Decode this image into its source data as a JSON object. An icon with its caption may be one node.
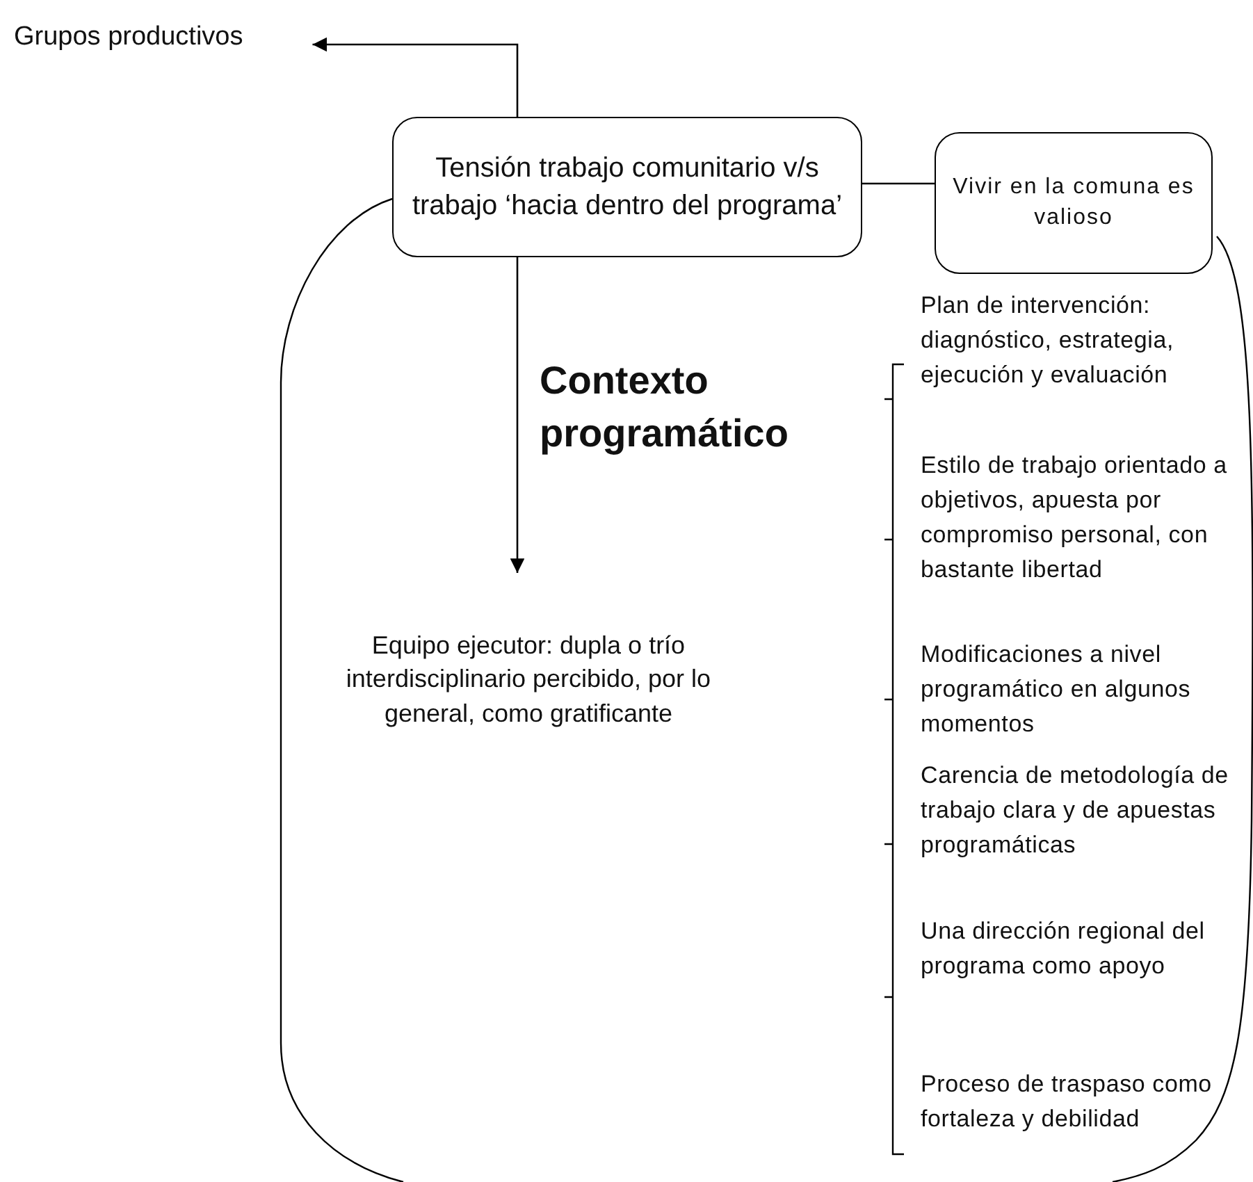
{
  "diagram": {
    "nodes": [
      {
        "text": [
          "Grupos productivos"
        ]
      },
      {
        "text": [
          "Tensión trabajo comunitario v/s trabajo ‘hacia dentro del programa’"
        ]
      },
      {
        "text": [
          "Vivir en la comuna es valioso"
        ]
      },
      {
        "text": [
          "Contexto programático"
        ]
      },
      {
        "text": [
          "Equipo ejecutor: dupla o trío interdisciplinario percibido, por lo general, como gratificante"
        ],
        "in": 3
      }
    ],
    "edges": [
      {
        "from": 1,
        "to": 0,
        "arrow": "to"
      },
      {
        "from": 1,
        "to": 2,
        "arrow": "none"
      },
      {
        "from": 1,
        "to": 4,
        "arrow": "to"
      }
    ],
    "labels": [
      "Plan de intervención: diagnóstico, estrategia, ejecución y evaluación",
      "Estilo de trabajo orientado a objetivos, apuesta por compromiso personal, con bastante libertad",
      "Modificaciones a nivel programático en algunos momentos",
      "Carencia de metodología de trabajo clara y de apuestas programáticas",
      "Una dirección regional del programa como apoyo",
      "Proceso de traspaso como fortaleza y debilidad"
    ]
  }
}
